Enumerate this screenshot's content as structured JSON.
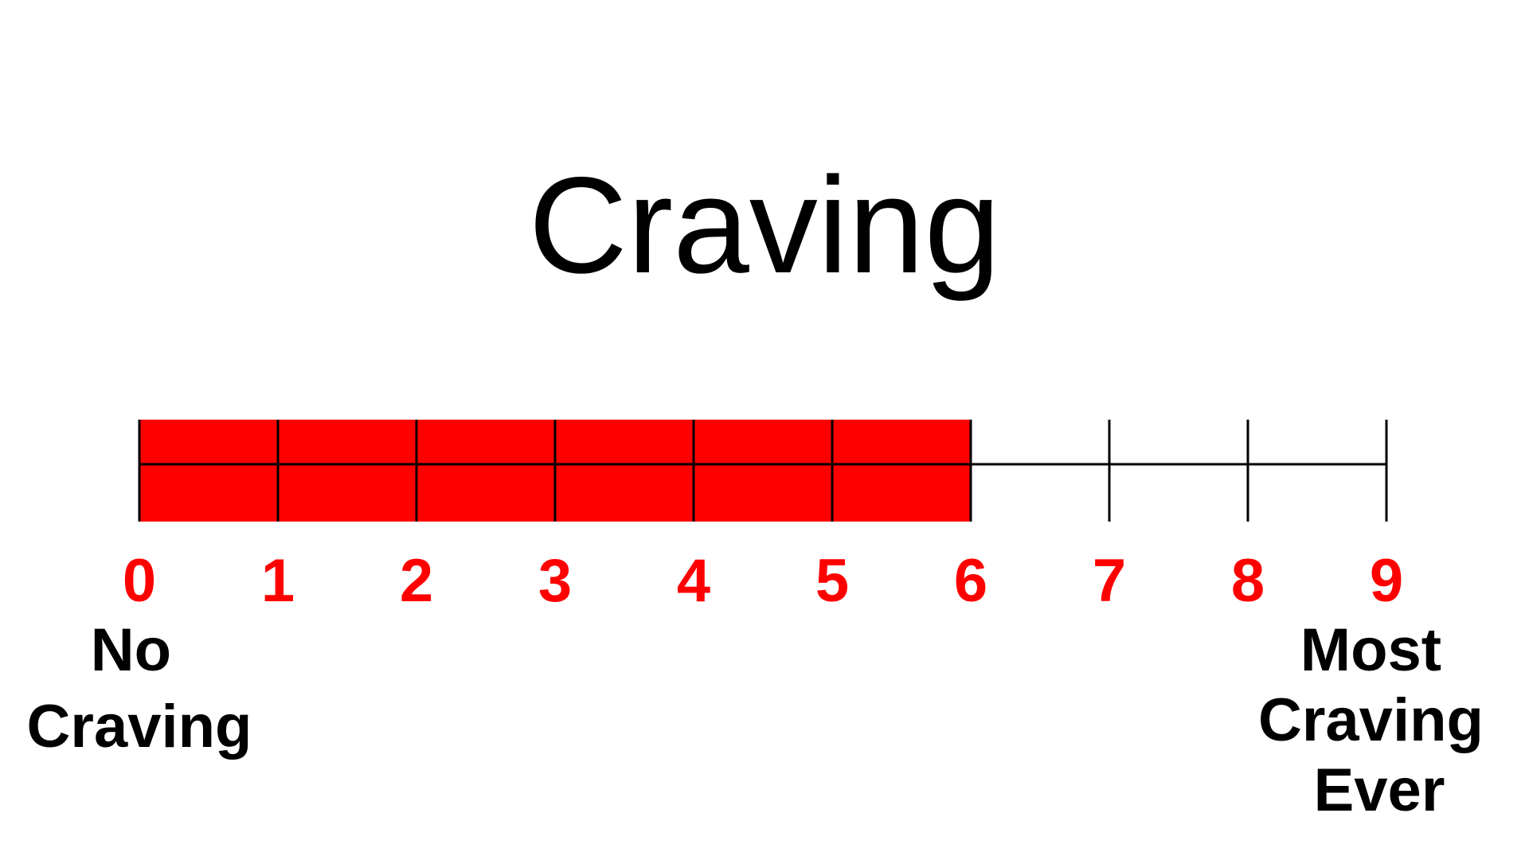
{
  "title": "Craving",
  "scale": {
    "min": 0,
    "max": 9,
    "value": 6,
    "ticks": [
      "0",
      "1",
      "2",
      "3",
      "4",
      "5",
      "6",
      "7",
      "8",
      "9"
    ]
  },
  "labels": {
    "low": [
      "No",
      "Craving"
    ],
    "high": [
      "Most",
      "Craving",
      "Ever"
    ]
  },
  "colors": {
    "fill": "#ff0000",
    "tick_text": "#ff0000",
    "line": "#000000"
  }
}
